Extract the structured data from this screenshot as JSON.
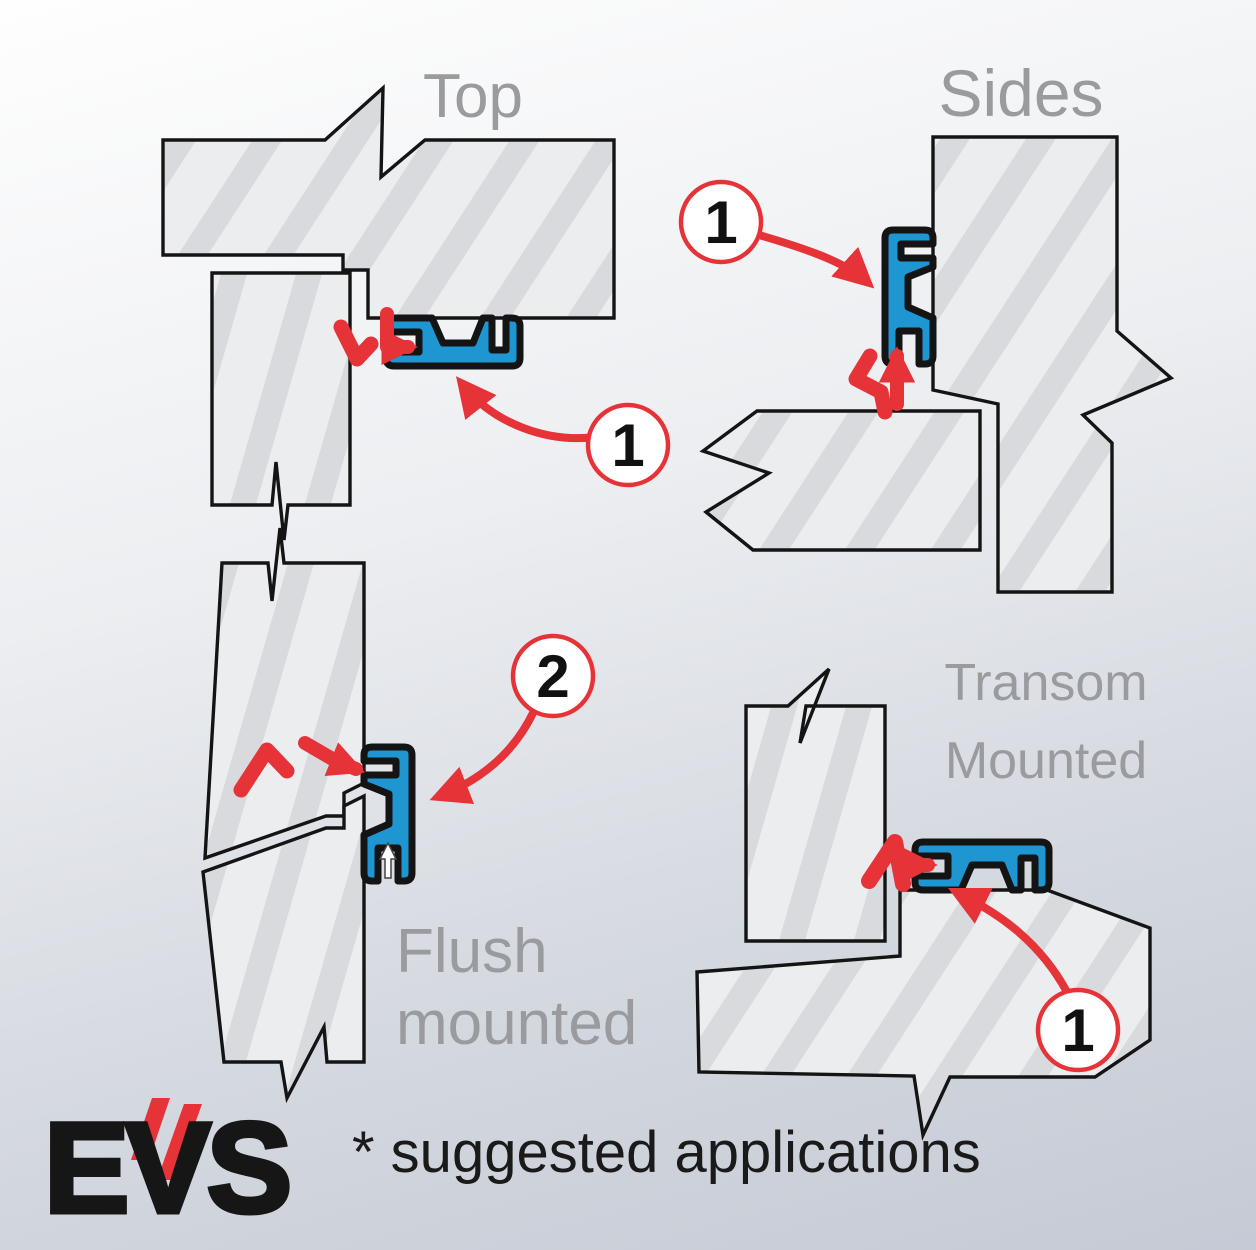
{
  "colors": {
    "seal_blue": "#1E96D2",
    "accent_red": "#E63338",
    "wood_base": "#ECEDEF",
    "wood_grain": "#D8DADD",
    "outline_black": "#141414",
    "label_gray": "#999B9F"
  },
  "diagrams": {
    "top": {
      "label": "Top",
      "callout_number": "1"
    },
    "sides": {
      "label": "Sides",
      "callout_number": "1"
    },
    "flush": {
      "label_line1": "Flush",
      "label_line2": "mounted",
      "callout_number": "2"
    },
    "transom": {
      "label_line1": "Transom",
      "label_line2": "Mounted",
      "callout_number": "1"
    }
  },
  "footnote": "* suggested applications",
  "logo": {
    "text": "EVS"
  }
}
